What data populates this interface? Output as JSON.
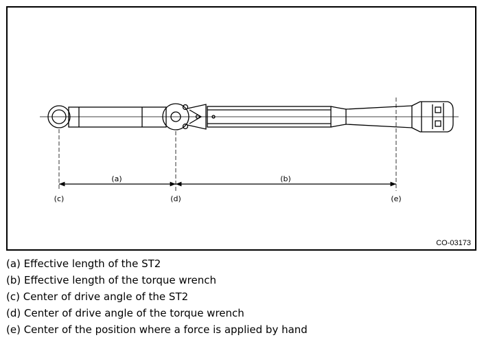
{
  "figure": {
    "code": "CO-03173",
    "labels": {
      "a": "(a)",
      "b": "(b)",
      "c": "(c)",
      "d": "(d)",
      "e": "(e)"
    }
  },
  "legend": {
    "items": [
      "(a) Effective length of the ST2",
      "(b) Effective length of the torque wrench",
      "(c) Center of drive angle of the ST2",
      "(d) Center of drive angle of the torque wrench",
      "(e) Center of the position where a force is applied by hand"
    ]
  }
}
